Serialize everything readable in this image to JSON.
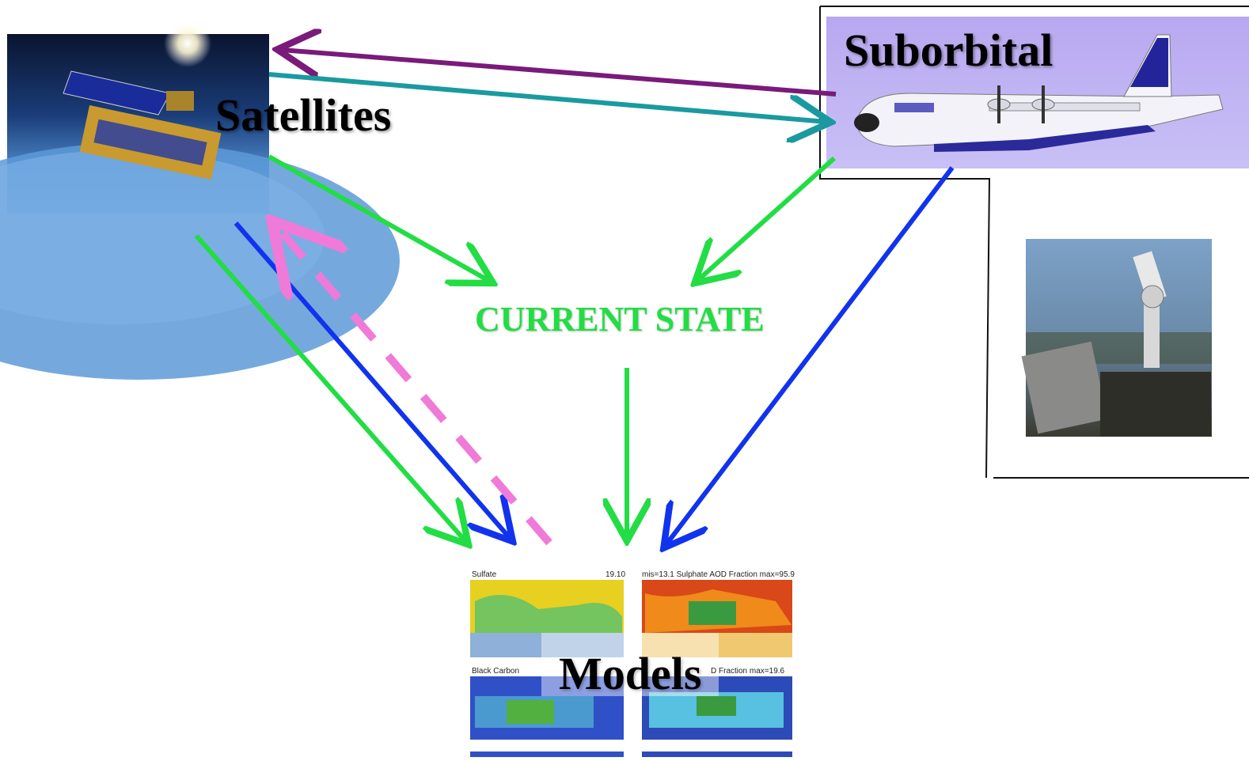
{
  "labels": {
    "satellites": "Satellites",
    "suborbital": "Suborbital",
    "current_state": "CURRENT STATE",
    "models": "Models"
  },
  "model_maps": [
    {
      "title": "Sulfate",
      "stat": "19.10"
    },
    {
      "title": "mis=13.1  Sulphate AOD Fraction   max=95.9",
      "stat": ""
    },
    {
      "title": "Black Carbon",
      "stat": ""
    },
    {
      "title": "D Fraction    max=19.6",
      "stat": ""
    }
  ],
  "colors": {
    "green_arrow": "#22dd44",
    "blue_arrow": "#1133ee",
    "purple_arrow": "#7a1a7a",
    "teal_arrow": "#1a9aa0",
    "pink_dashed_arrow": "#f07ad8",
    "current_state_text": "#22dd44"
  },
  "icons": {
    "satellite_image": "satellite-photo",
    "aircraft_image": "c130-aircraft-photo",
    "ground_instrument_image": "sun-photometer-photo"
  }
}
